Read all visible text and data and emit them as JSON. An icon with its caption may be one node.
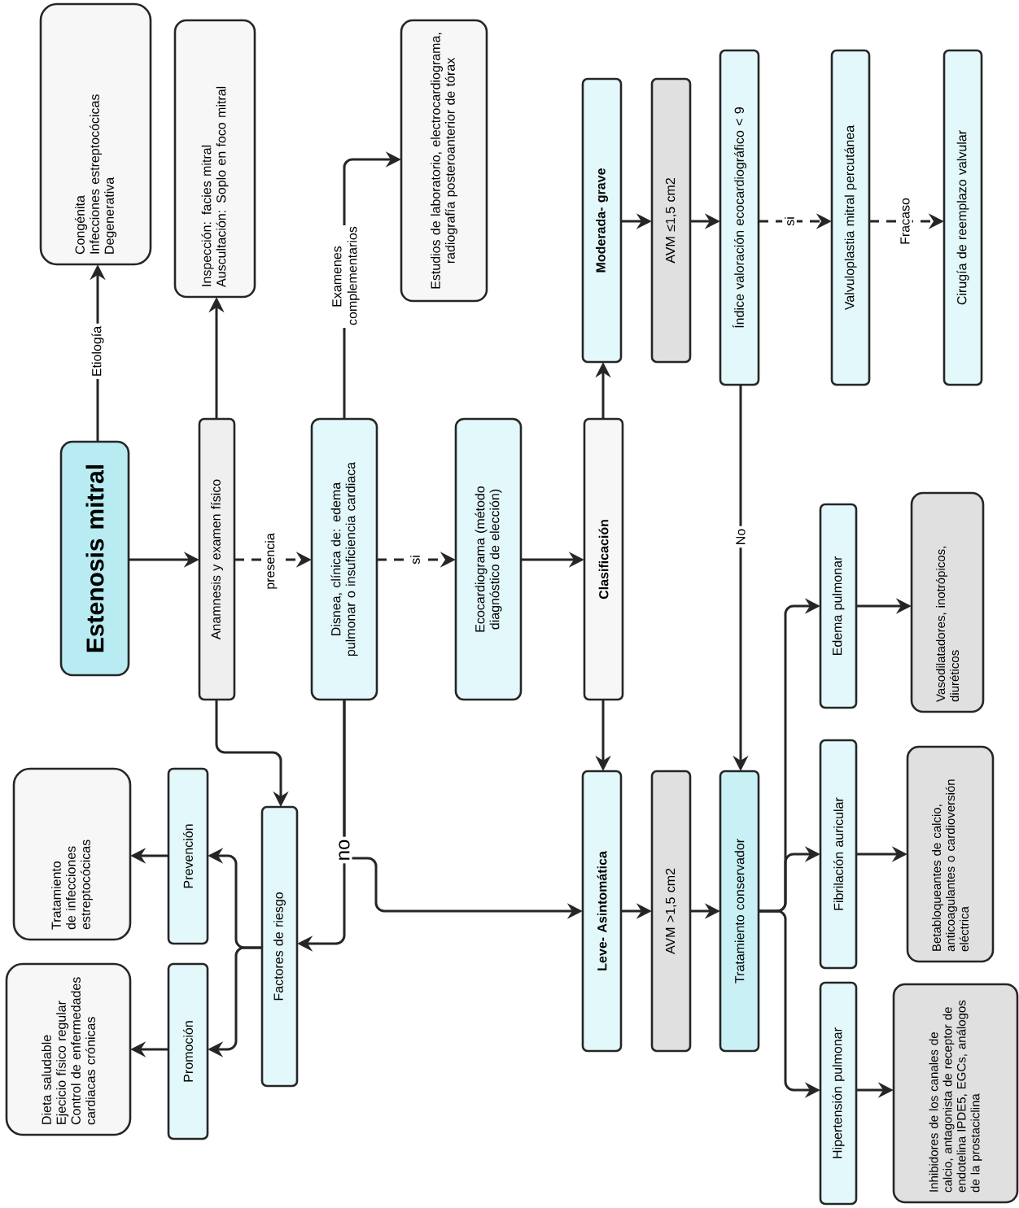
{
  "diagram": {
    "nodes": [
      {
        "text": [
          "Estenosis mitral"
        ]
      },
      {
        "text": [
          "Congénita",
          "Infecciones estreptocócicas",
          "Degenerativa"
        ]
      },
      {
        "text": [
          "Anamnesis y examen físico"
        ]
      },
      {
        "text": [
          "Inspección:  facies mitral",
          "Auscultación: Soplo en foco mitral"
        ]
      },
      {
        "text": [
          "Disnea, clínica de: edema pulmonar o insuficiencia cardiaca"
        ]
      },
      {
        "text": [
          "Estudios de laboratorio, electrocardiograma, radiografía posteroanterior de tórax"
        ]
      },
      {
        "text": [
          "Ecocardiograma (método diagnóstico de elección)"
        ]
      },
      {
        "text": [
          "Clasificación"
        ]
      },
      {
        "text": [
          "Moderada- grave"
        ]
      },
      {
        "text": [
          "AVM ≤1,5 cm2"
        ]
      },
      {
        "text": [
          "Índice valoración ecocardiográfico < 9"
        ]
      },
      {
        "text": [
          "Valvuloplastia mitral percutánea"
        ]
      },
      {
        "text": [
          "Cirugía de reemplazo valvular"
        ]
      },
      {
        "text": [
          "Leve- Asintomática"
        ]
      },
      {
        "text": [
          "AVM >1,5 cm2"
        ]
      },
      {
        "text": [
          "Tratamiento conservador"
        ]
      },
      {
        "text": [
          "Edema pulmonar"
        ]
      },
      {
        "text": [
          "Vasodilatadores, inotrópicos, diuréticos"
        ]
      },
      {
        "text": [
          "Fibrilación auricular"
        ]
      },
      {
        "text": [
          "Betabloqueantes de calcio, anticoagulantes o cardioversión eléctrica"
        ]
      },
      {
        "text": [
          "Hipertensión pulmonar"
        ]
      },
      {
        "text": [
          "Inhibidores de los canales de calcio, antagonista de receptor de endotelina IPDE5, EGCs, análogos de la prostaciclina"
        ]
      },
      {
        "text": [
          "Factores de riesgo"
        ]
      },
      {
        "text": [
          "Prevención"
        ]
      },
      {
        "text": [
          "Tratamiento de infecciones estreptocócicas"
        ]
      },
      {
        "text": [
          "Promoción"
        ]
      },
      {
        "text": [
          "Dieta saludable",
          "Ejecicio físico regular",
          "Control de enfermedades cardiacas crónicas"
        ]
      }
    ],
    "edges": [
      {
        "from": 0,
        "to": 1,
        "arrow": "to",
        "label": "Etiología"
      },
      {
        "from": 0,
        "to": 2,
        "arrow": "to"
      },
      {
        "from": 2,
        "to": 3,
        "arrow": "to"
      },
      {
        "from": 2,
        "to": 4,
        "arrow": "to",
        "label": "presencia",
        "style": "dashed"
      },
      {
        "from": 4,
        "to": 5,
        "arrow": "to",
        "label": "Examenes complementarios"
      },
      {
        "from": 4,
        "to": 6,
        "arrow": "to",
        "label": "si",
        "style": "dashed"
      },
      {
        "from": 6,
        "to": 7,
        "arrow": "to"
      },
      {
        "from": 7,
        "to": 8,
        "arrow": "to"
      },
      {
        "from": 7,
        "to": 13,
        "arrow": "to"
      },
      {
        "from": 8,
        "to": 9,
        "arrow": "to"
      },
      {
        "from": 9,
        "to": 10,
        "arrow": "to"
      },
      {
        "from": 10,
        "to": 11,
        "arrow": "to",
        "label": "si",
        "style": "dashed"
      },
      {
        "from": 11,
        "to": 12,
        "arrow": "to",
        "label": "Fracaso",
        "style": "dashed"
      },
      {
        "from": 10,
        "to": 15,
        "arrow": "to",
        "label": "No"
      },
      {
        "from": 13,
        "to": 14,
        "arrow": "to"
      },
      {
        "from": 14,
        "to": 15,
        "arrow": "to"
      },
      {
        "from": 15,
        "to": 16,
        "arrow": "to"
      },
      {
        "from": 15,
        "to": 18,
        "arrow": "to"
      },
      {
        "from": 15,
        "to": 20,
        "arrow": "to"
      },
      {
        "from": 16,
        "to": 17,
        "arrow": "to"
      },
      {
        "from": 18,
        "to": 19,
        "arrow": "to"
      },
      {
        "from": 20,
        "to": 21,
        "arrow": "to"
      },
      {
        "from": 2,
        "to": 22,
        "arrow": "to"
      },
      {
        "from": 4,
        "to": 22,
        "arrow": "to",
        "label": "no"
      },
      {
        "from": 4,
        "to": 13,
        "arrow": "to"
      },
      {
        "from": 22,
        "to": 23,
        "arrow": "to"
      },
      {
        "from": 22,
        "to": 25,
        "arrow": "to"
      },
      {
        "from": 23,
        "to": 24,
        "arrow": "to"
      },
      {
        "from": 25,
        "to": 26,
        "arrow": "to"
      }
    ]
  }
}
